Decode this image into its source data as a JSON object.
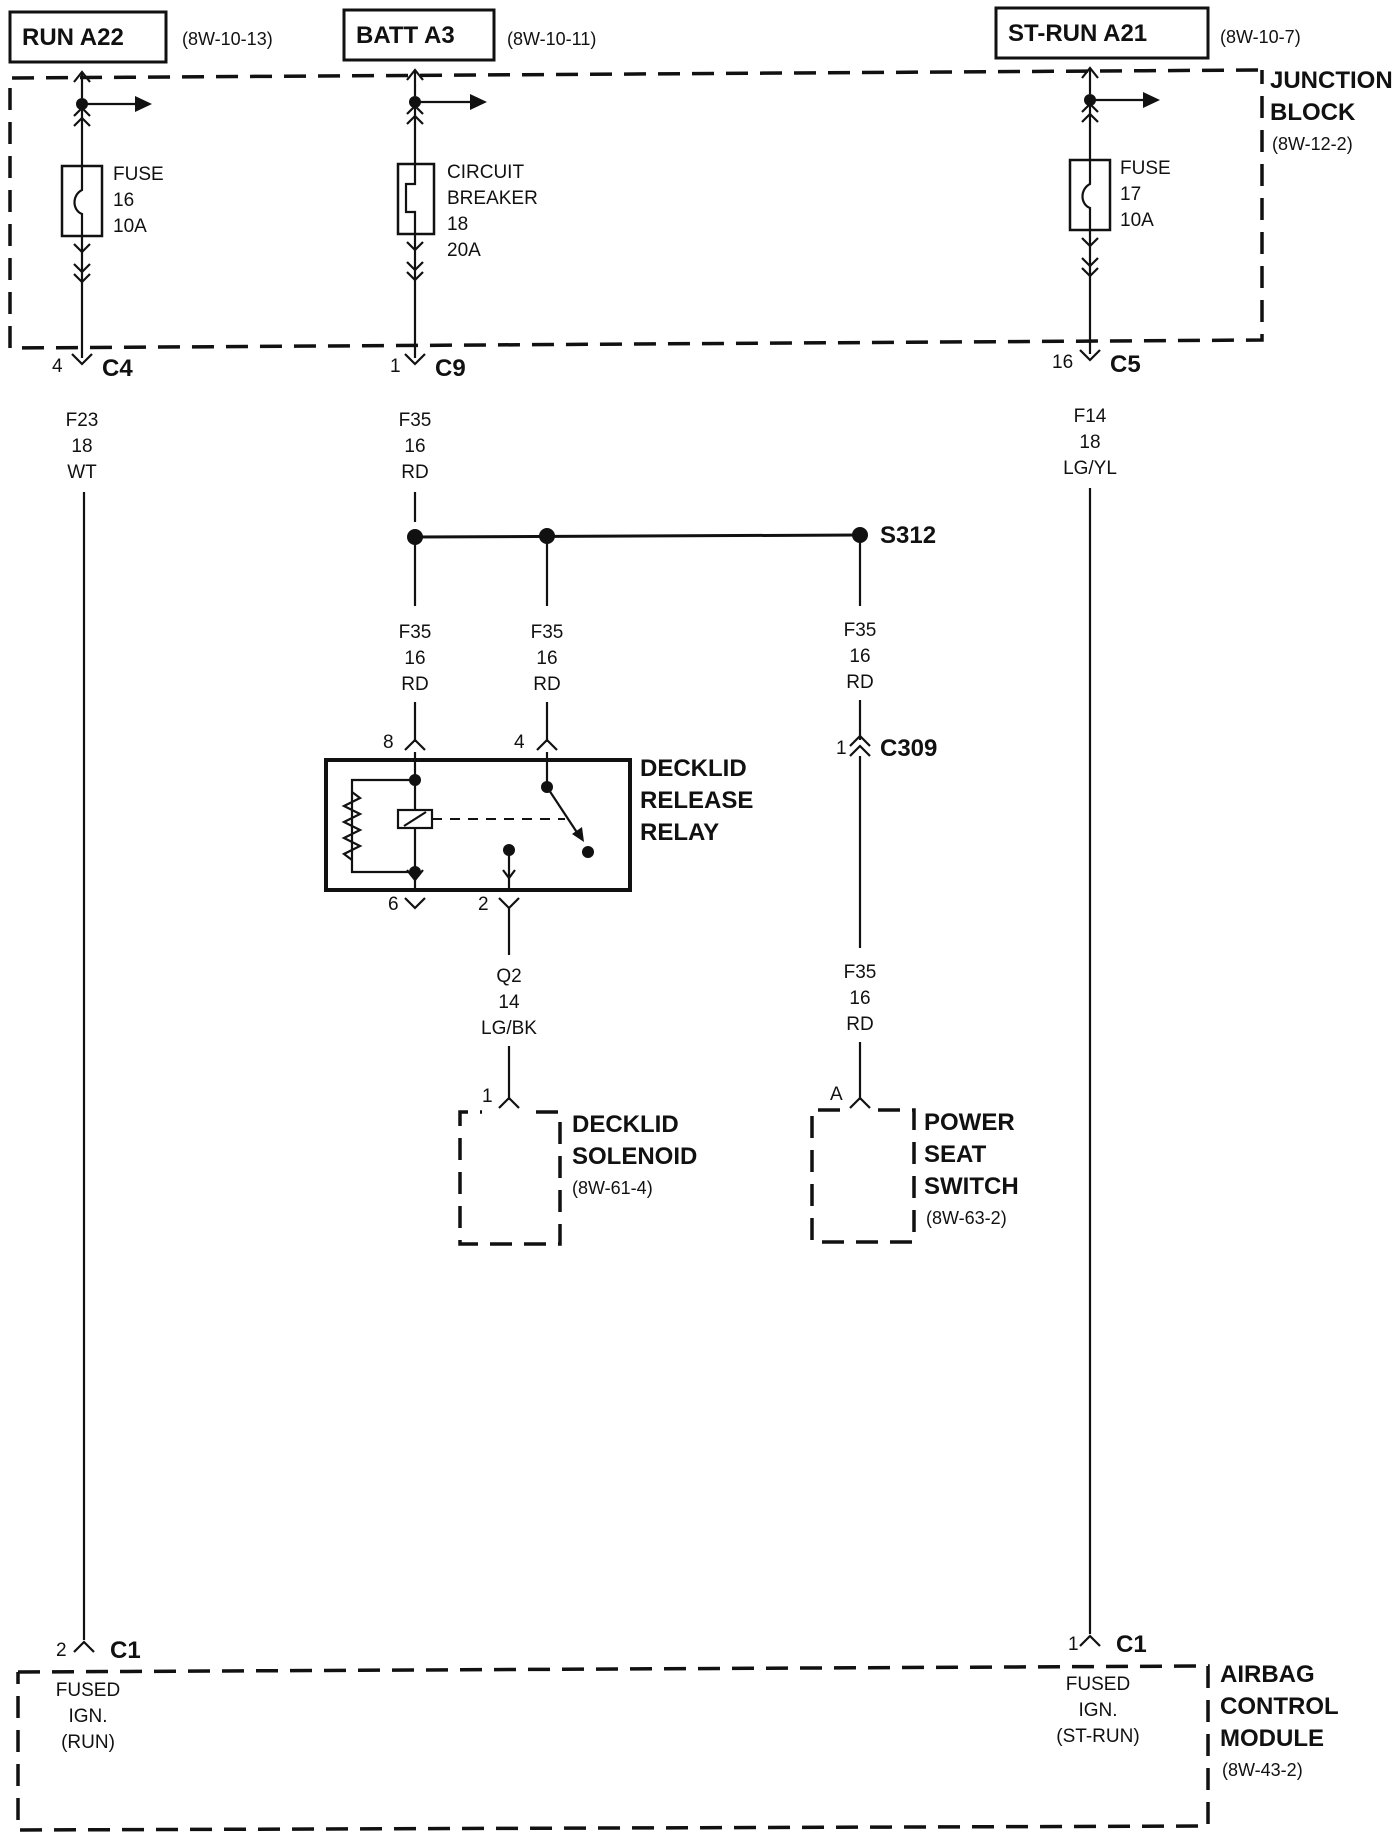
{
  "sources": [
    {
      "name": "RUN A22",
      "ref": "(8W-10-13)"
    },
    {
      "name": "BATT A3",
      "ref": "(8W-10-11)"
    },
    {
      "name": "ST-RUN A21",
      "ref": "(8W-10-7)"
    }
  ],
  "junction_block": {
    "title_line1": "JUNCTION",
    "title_line2": "BLOCK",
    "ref": "(8W-12-2)"
  },
  "protection": [
    {
      "lines": [
        "FUSE",
        "16",
        "10A"
      ]
    },
    {
      "lines": [
        "CIRCUIT",
        "BREAKER",
        "18",
        "20A"
      ]
    },
    {
      "lines": [
        "FUSE",
        "17",
        "10A"
      ]
    }
  ],
  "connectors": {
    "c4": {
      "pin": "4",
      "name": "C4"
    },
    "c9": {
      "pin": "1",
      "name": "C9"
    },
    "c5": {
      "pin": "16",
      "name": "C5"
    },
    "c309": {
      "pin": "1",
      "name": "C309"
    },
    "c1_left": {
      "pin": "2",
      "name": "C1"
    },
    "c1_right": {
      "pin": "1",
      "name": "C1"
    }
  },
  "wires": {
    "f23": [
      "F23",
      "18",
      "WT"
    ],
    "f35_top": [
      "F35",
      "16",
      "RD"
    ],
    "f14": [
      "F14",
      "18",
      "LG/YL"
    ],
    "f35_relay8": [
      "F35",
      "16",
      "RD"
    ],
    "f35_relay4": [
      "F35",
      "16",
      "RD"
    ],
    "f35_s312": [
      "F35",
      "16",
      "RD"
    ],
    "q2": [
      "Q2",
      "14",
      "LG/BK"
    ],
    "f35_switch": [
      "F35",
      "16",
      "RD"
    ]
  },
  "splice": "S312",
  "relay": {
    "title": [
      "DECKLID",
      "RELEASE",
      "RELAY"
    ],
    "pins": {
      "p8": "8",
      "p4": "4",
      "p6": "6",
      "p2": "2"
    }
  },
  "solenoid": {
    "pin": "1",
    "title": [
      "DECKLID",
      "SOLENOID"
    ],
    "ref": "(8W-61-4)"
  },
  "power_seat_switch": {
    "pin": "A",
    "title": [
      "POWER",
      "SEAT",
      "SWITCH"
    ],
    "ref": "(8W-63-2)"
  },
  "airbag_module": {
    "title": [
      "AIRBAG",
      "CONTROL",
      "MODULE"
    ],
    "ref": "(8W-43-2)",
    "left_input": [
      "FUSED",
      "IGN.",
      "(RUN)"
    ],
    "right_input": [
      "FUSED",
      "IGN.",
      "(ST-RUN)"
    ]
  }
}
